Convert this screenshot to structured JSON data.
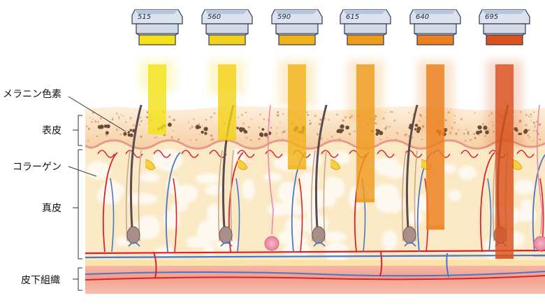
{
  "labels": {
    "melanin": "メラニン色素",
    "epidermis": "表皮",
    "collagen": "コラーゲン",
    "dermis": "真皮",
    "subcutis": "皮下組織"
  },
  "filters": [
    {
      "wavelength": "515",
      "color": "#f3e21a",
      "beam_depth": 0.36
    },
    {
      "wavelength": "560",
      "color": "#f4d21b",
      "beam_depth": 0.39
    },
    {
      "wavelength": "590",
      "color": "#f2b21a",
      "beam_depth": 0.54
    },
    {
      "wavelength": "615",
      "color": "#ee9a1d",
      "beam_depth": 0.71
    },
    {
      "wavelength": "640",
      "color": "#ec7f1f",
      "beam_depth": 0.85
    },
    {
      "wavelength": "695",
      "color": "#d9521d",
      "beam_depth": 1.0
    }
  ],
  "colors": {
    "epidermis": "#f7d8b0",
    "dermis": "#fbe9c6",
    "subcutis": "#f4a99a",
    "vessel_red": "#d8232a",
    "vessel_blue": "#4a77c5",
    "hair": "#5a4a52"
  }
}
